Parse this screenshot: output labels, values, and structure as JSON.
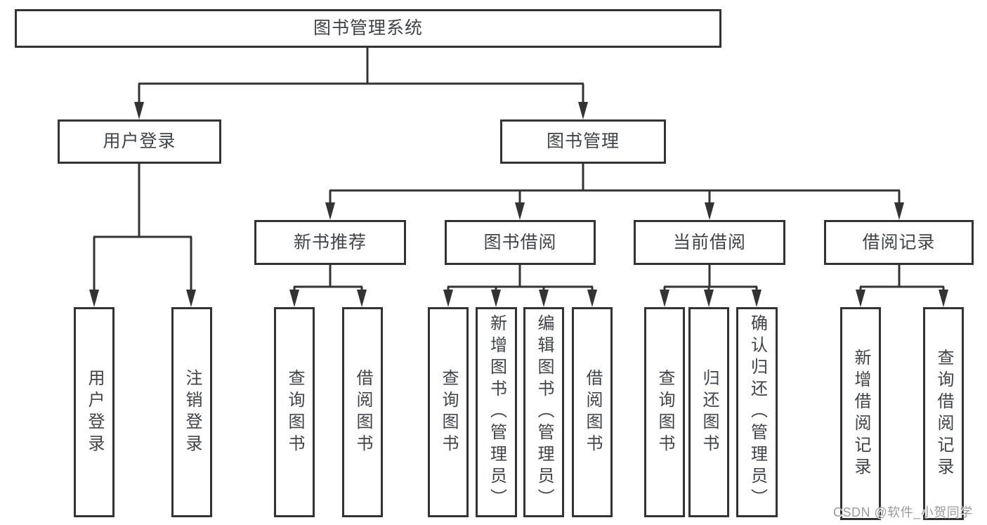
{
  "diagram_title": "图书管理系统",
  "tree": {
    "root": {
      "label": "图书管理系统",
      "children": [
        {
          "label": "用户登录",
          "children": [
            {
              "label": "用户登录"
            },
            {
              "label": "注销登录"
            }
          ]
        },
        {
          "label": "图书管理",
          "children": [
            {
              "label": "新书推荐",
              "children": [
                {
                  "label": "查询图书"
                },
                {
                  "label": "借阅图书"
                }
              ]
            },
            {
              "label": "图书借阅",
              "children": [
                {
                  "label": "查询图书"
                },
                {
                  "label": "新增图书（管理员）"
                },
                {
                  "label": "编辑图书（管理员）"
                },
                {
                  "label": "借阅图书"
                }
              ]
            },
            {
              "label": "当前借阅",
              "children": [
                {
                  "label": "查询图书"
                },
                {
                  "label": "归还图书"
                },
                {
                  "label": "确认归还（管理员）"
                }
              ]
            },
            {
              "label": "借阅记录",
              "children": [
                {
                  "label": "新增借阅记录"
                },
                {
                  "label": "查询借阅记录"
                }
              ]
            }
          ]
        }
      ]
    }
  },
  "watermark": {
    "text": "CSDN @软件_小贺同学"
  },
  "colors": {
    "line": "#333333",
    "box_border": "#333333",
    "box_fill": "#ffffff",
    "text": "#3f434a",
    "watermark": "#9b9b9b",
    "background": "#ffffff"
  }
}
